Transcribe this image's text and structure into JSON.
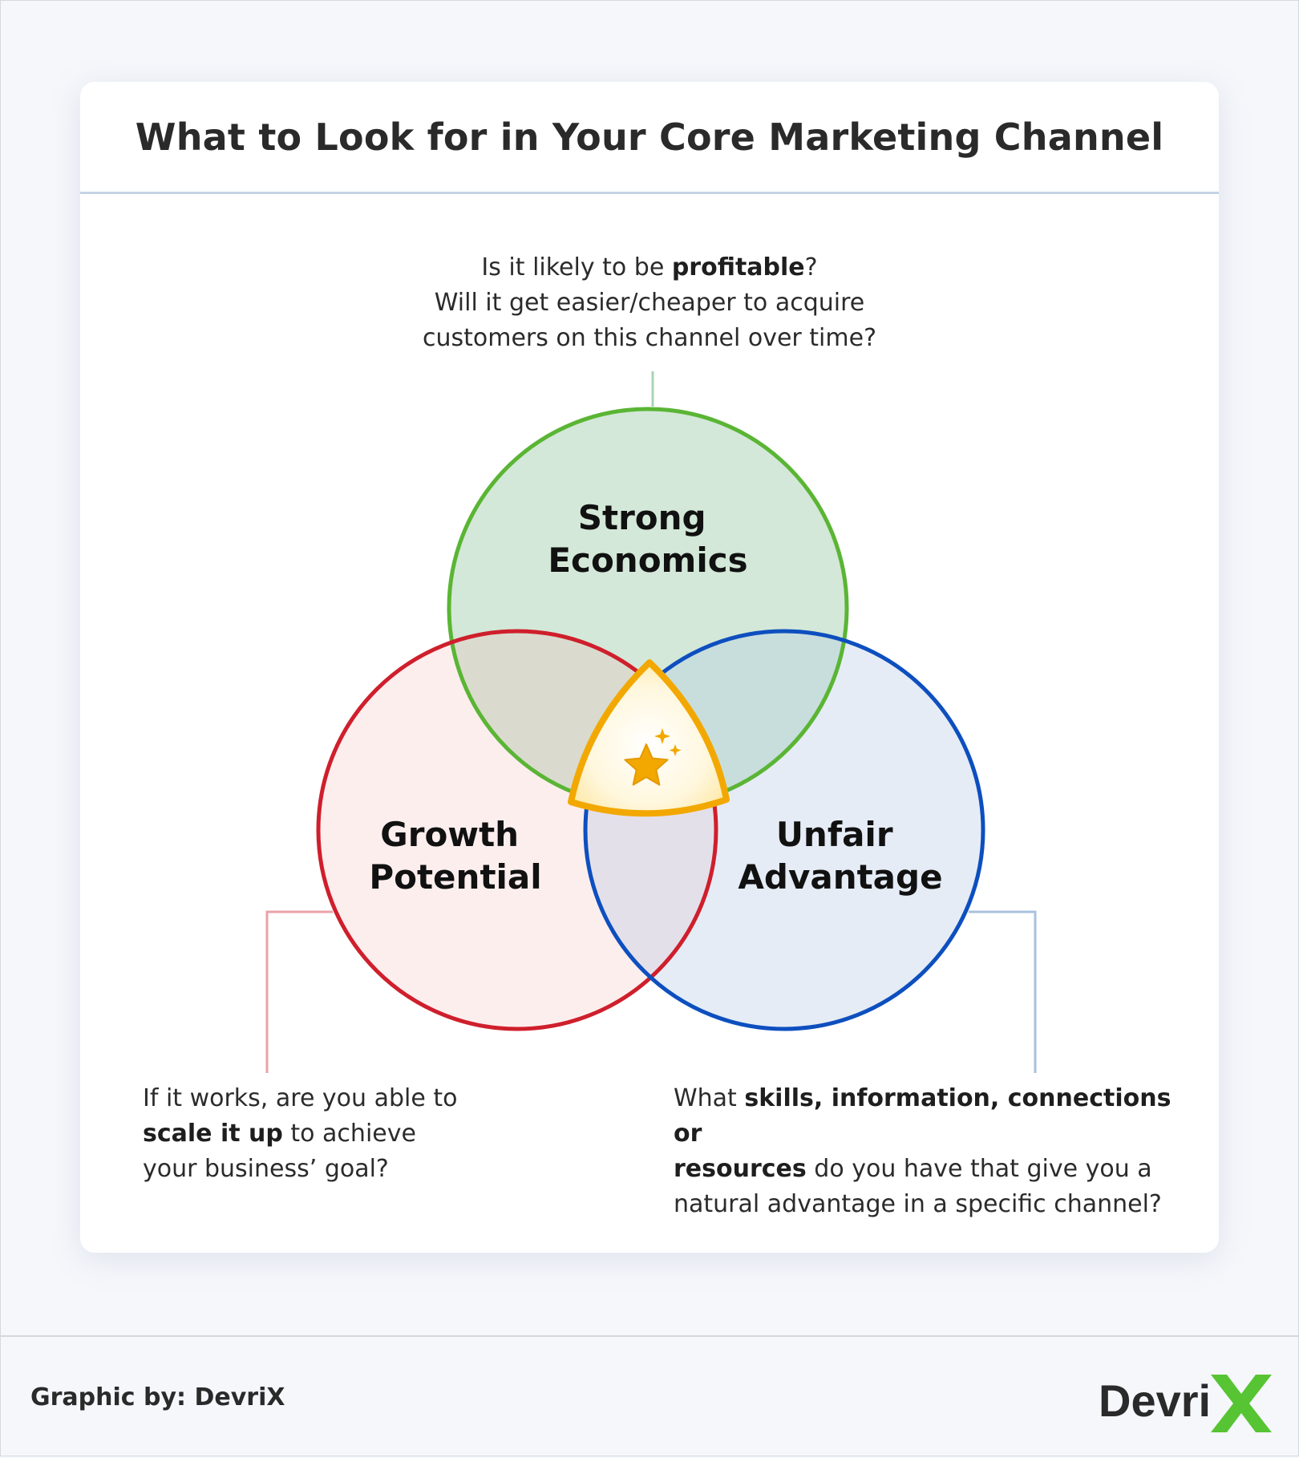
{
  "title": "What to Look for in Your Core Marketing Channel",
  "circles": [
    {
      "id": "economics",
      "line1": "Strong",
      "line2": "Economics",
      "stroke": "#5ab534",
      "fill": "#d3e8d8"
    },
    {
      "id": "growth",
      "line1": "Growth",
      "line2": "Potential",
      "stroke": "#cf1f2c",
      "fill": "#fdeeee"
    },
    {
      "id": "advantage",
      "line1": "Unfair",
      "line2": "Advantage",
      "stroke": "#0d4fbf",
      "fill": "#e5ecf5"
    }
  ],
  "center": {
    "color": "#f2a800",
    "icon": "star-icon"
  },
  "questions": {
    "top": {
      "line1_pre": "Is it likely to be ",
      "line1_bold": "profitable",
      "line1_post": "?",
      "line2": "Will it get easier/cheaper to acquire",
      "line3": "customers on this channel over time?"
    },
    "left": {
      "line1": "If it works, are you able to",
      "line2_bold": "scale it up",
      "line2_post": " to achieve",
      "line3": "your business’ goal?"
    },
    "right": {
      "line1_pre": "What ",
      "line1_bold": "skills, information, connections or",
      "line2_bold": "resources",
      "line2_post": " do you have that give you a",
      "line3": "natural advantage in a specific channel?"
    }
  },
  "footer": {
    "credit": "Graphic by: DevriX",
    "logo_text": "Devri",
    "logo_mark": "X",
    "logo_x_color": "#57c433"
  }
}
